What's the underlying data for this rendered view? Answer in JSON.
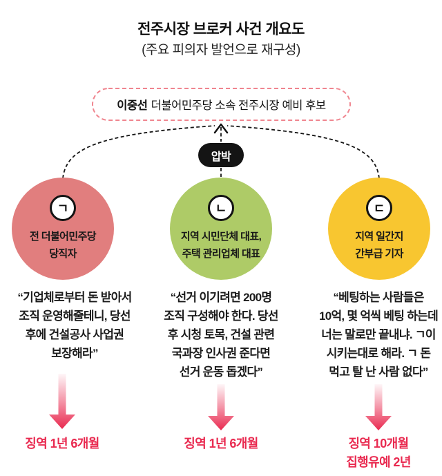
{
  "title": "전주시장 브로커 사건 개요도",
  "subtitle": "(주요 피의자 발언으로 재구성)",
  "candidate_box": {
    "name": "이중선",
    "description": "더불어민주당 소속 전주시장 예비 후보"
  },
  "pressure_label": "압박",
  "actors": [
    {
      "letter": "ㄱ",
      "color": "#e17e7e",
      "role_lines": [
        "전 더불어민주당",
        "당직자"
      ],
      "quote_lines": [
        "“기업체로부터 돈 받아서",
        "조직 운영해줄테니, 당선",
        "후에 건설공사 사업권",
        "보장해라”"
      ],
      "verdict_lines": [
        "징역 1년 6개월"
      ]
    },
    {
      "letter": "ㄴ",
      "color": "#aecb67",
      "role_lines": [
        "지역 시민단체 대표,",
        "주택 관리업체 대표"
      ],
      "quote_lines": [
        "“선거 이기려면 200명",
        "조직 구성해야 한다. 당선",
        "후 시청 토목, 건설 관련",
        "국과장 인사권 준다면",
        "선거 운동 돕겠다”"
      ],
      "verdict_lines": [
        "징역 1년 6개월"
      ]
    },
    {
      "letter": "ㄷ",
      "color": "#f8c630",
      "role_lines": [
        "지역 일간지",
        "간부급 기자"
      ],
      "quote_lines": [
        "“베팅하는 사람들은",
        "10억, 몇 억씩 베팅 하는데",
        "너는 말로만 끝내냐. ㄱ이",
        "시키는대로 해라. ㄱ 돈",
        "먹고 탈 난 사람 없다”"
      ],
      "verdict_lines": [
        "징역 10개월",
        "집행유예 2년"
      ]
    }
  ],
  "colors": {
    "accent_red": "#e92a50",
    "box_border": "#f0858f",
    "ink": "#141414"
  }
}
